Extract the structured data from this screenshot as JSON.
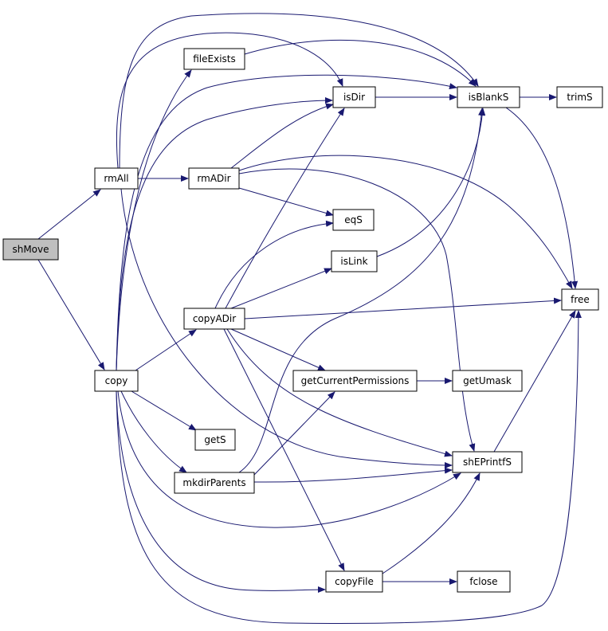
{
  "graph": {
    "nodes": {
      "shMove": "shMove",
      "rmAll": "rmAll",
      "copy": "copy",
      "fileExists": "fileExists",
      "rmADir": "rmADir",
      "copyADir": "copyADir",
      "getS": "getS",
      "mkdirParents": "mkdirParents",
      "isDir": "isDir",
      "eqS": "eqS",
      "isLink": "isLink",
      "getCurrentPermissions": "getCurrentPermissions",
      "copyFile": "copyFile",
      "isBlankS": "isBlankS",
      "trimS": "trimS",
      "free": "free",
      "getUmask": "getUmask",
      "shEPrintfS": "shEPrintfS",
      "fclose": "fclose"
    },
    "root": "shMove",
    "edge_color": "#191970",
    "root_fill": "#bfbfbf"
  }
}
